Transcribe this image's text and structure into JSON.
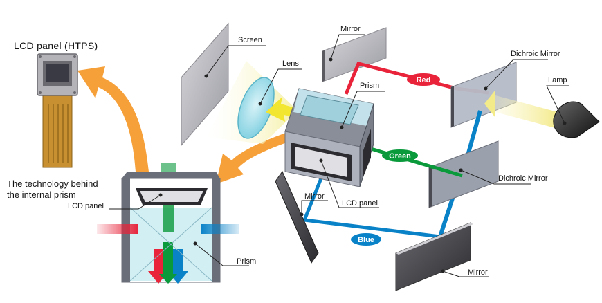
{
  "labels": {
    "lcd_panel_htps": "LCD panel (HTPS)",
    "screen": "Screen",
    "lens": "Lens",
    "mirror_top": "Mirror",
    "dichroic_top": "Dichroic Mirror",
    "lamp": "Lamp",
    "prism_center": "Prism",
    "dichroic_mid": "Dichroic Mirror",
    "technology_line1": "The technology behind",
    "technology_line2": "the internal prism",
    "lcd_panel_left": "LCD panel",
    "mirror_left": "Mirror",
    "lcd_panel_center": "LCD panel",
    "prism_left": "Prism",
    "mirror_bottom": "Mirror"
  },
  "beams": {
    "red": "Red",
    "green": "Green",
    "blue": "Blue"
  },
  "colors": {
    "red": "#e8233a",
    "green": "#0a9a3c",
    "blue": "#0a82c8",
    "orange": "#f6a03a",
    "prism_tint": "#bfe8f0"
  }
}
